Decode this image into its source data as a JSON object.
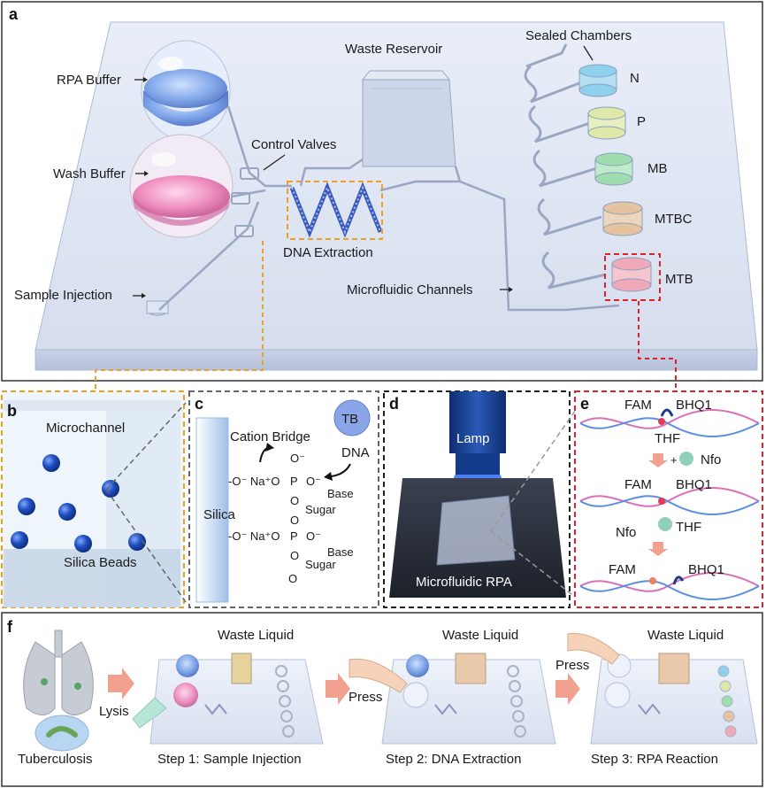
{
  "panels": {
    "a": {
      "letter": "a",
      "labels": {
        "rpa_buffer": "RPA Buffer",
        "wash_buffer": "Wash Buffer",
        "sample_injection": "Sample Injection",
        "control_valves": "Control Valves",
        "waste_reservoir": "Waste Reservoir",
        "dna_extraction": "DNA Extraction",
        "microfluidic_channels": "Microfluidic Channels",
        "sealed_chambers": "Sealed Chambers"
      },
      "chambers": [
        {
          "label": "N",
          "color": "#8fd0ec"
        },
        {
          "label": "P",
          "color": "#dfe8a8"
        },
        {
          "label": "MB",
          "color": "#9fdcae"
        },
        {
          "label": "MTBC",
          "color": "#e6c39f"
        },
        {
          "label": "MTB",
          "color": "#f0a9b8"
        }
      ],
      "colors": {
        "accent_orange": "#f0a020",
        "accent_red": "#e0202a",
        "wash": "#e86fa8",
        "rpa": "#5a8ee0"
      }
    },
    "b": {
      "letter": "b",
      "microchannel": "Microchannel",
      "silica_beads": "Silica Beads"
    },
    "c": {
      "letter": "c",
      "silica": "Silica",
      "cation_bridge": "Cation Bridge",
      "dna": "DNA",
      "tb": "TB",
      "formula": {
        "na_row1": "-O⁻ Na⁺O",
        "na_row2": "-O⁻ Na⁺O",
        "p": "P",
        "o": "O",
        "o_minus": "O⁻",
        "o_tail": "O",
        "base": "Base",
        "sugar": "Sugar"
      }
    },
    "d": {
      "letter": "d",
      "lamp": "Lamp",
      "microfluidic_rpa": "Microfluidic RPA"
    },
    "e": {
      "letter": "e",
      "fam": "FAM",
      "bhq1": "BHQ1",
      "thf": "THF",
      "nfo": "Nfo",
      "plus": "+"
    },
    "f": {
      "letter": "f",
      "lysis": "Lysis",
      "tuberculosis": "Tuberculosis",
      "waste_liquid": "Waste Liquid",
      "press": "Press",
      "steps": [
        "Step 1: Sample Injection",
        "Step 2: DNA Extraction",
        "Step 3: RPA Reaction"
      ]
    }
  }
}
